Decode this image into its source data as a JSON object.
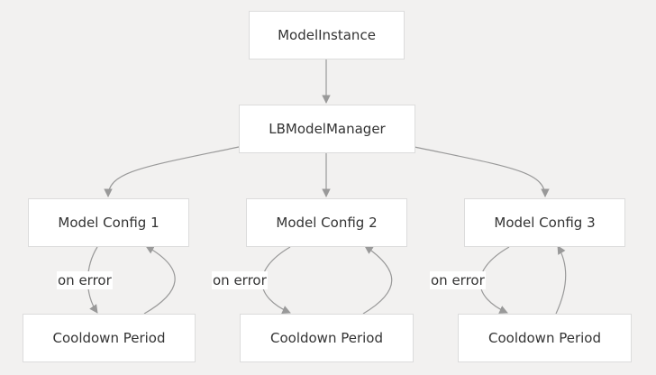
{
  "nodes": {
    "model_instance": "ModelInstance",
    "lb_model_manager": "LBModelManager",
    "model_config_1": "Model Config 1",
    "model_config_2": "Model Config 2",
    "model_config_3": "Model Config 3",
    "cooldown_period_1": "Cooldown Period",
    "cooldown_period_2": "Cooldown Period",
    "cooldown_period_3": "Cooldown Period"
  },
  "edge_labels": {
    "config_1_error": "on error",
    "config_2_error": "on error",
    "config_3_error": "on error"
  },
  "colors": {
    "node_fill": "#ffffff",
    "node_border": "#dcdcdc",
    "edge": "#999999",
    "background": "#f2f1f0",
    "text": "#333333"
  }
}
